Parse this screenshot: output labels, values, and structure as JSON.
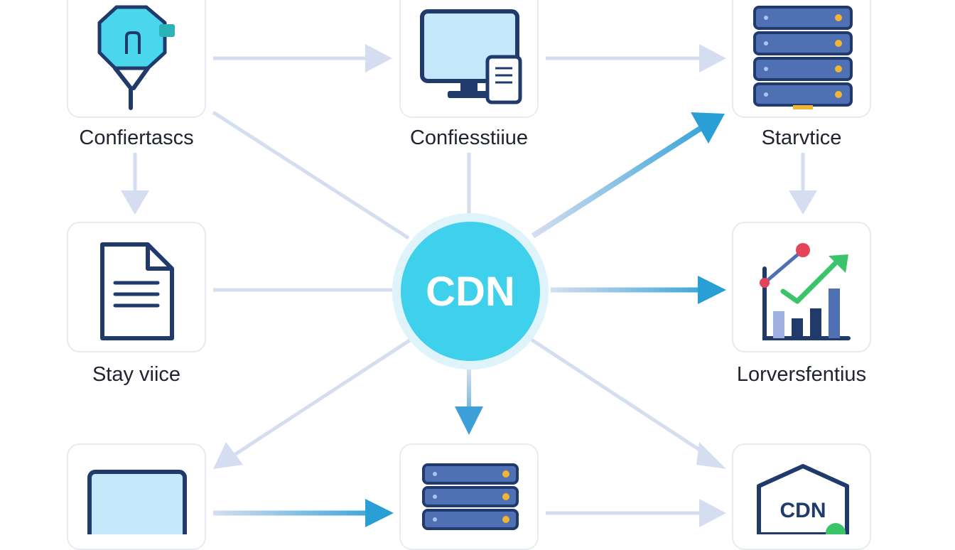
{
  "hub": {
    "label": "CDN"
  },
  "nodes": {
    "top_left": {
      "label": "Confiertascs",
      "icon": "router-icon"
    },
    "top_center": {
      "label": "Confiesstiiue",
      "icon": "desktop-and-mobile-icon"
    },
    "top_right": {
      "label": "Starvtice",
      "icon": "server-icon"
    },
    "mid_left": {
      "label": "Stay viice",
      "icon": "document-icon"
    },
    "mid_right": {
      "label": "Lorversfentius",
      "icon": "analytics-chart-icon"
    },
    "bottom_left": {
      "icon": "monitor-icon"
    },
    "bottom_center": {
      "icon": "server-icon"
    },
    "bottom_right": {
      "label": "CDN",
      "icon": "cdn-shield-icon"
    }
  },
  "colors": {
    "accent": "#3fd0ec",
    "edge_light": "#d5def0",
    "edge_dark": "#2a9fd6",
    "navy": "#1f3a6b",
    "server_blue": "#5070b4",
    "screen_light": "#c5e9fb"
  }
}
